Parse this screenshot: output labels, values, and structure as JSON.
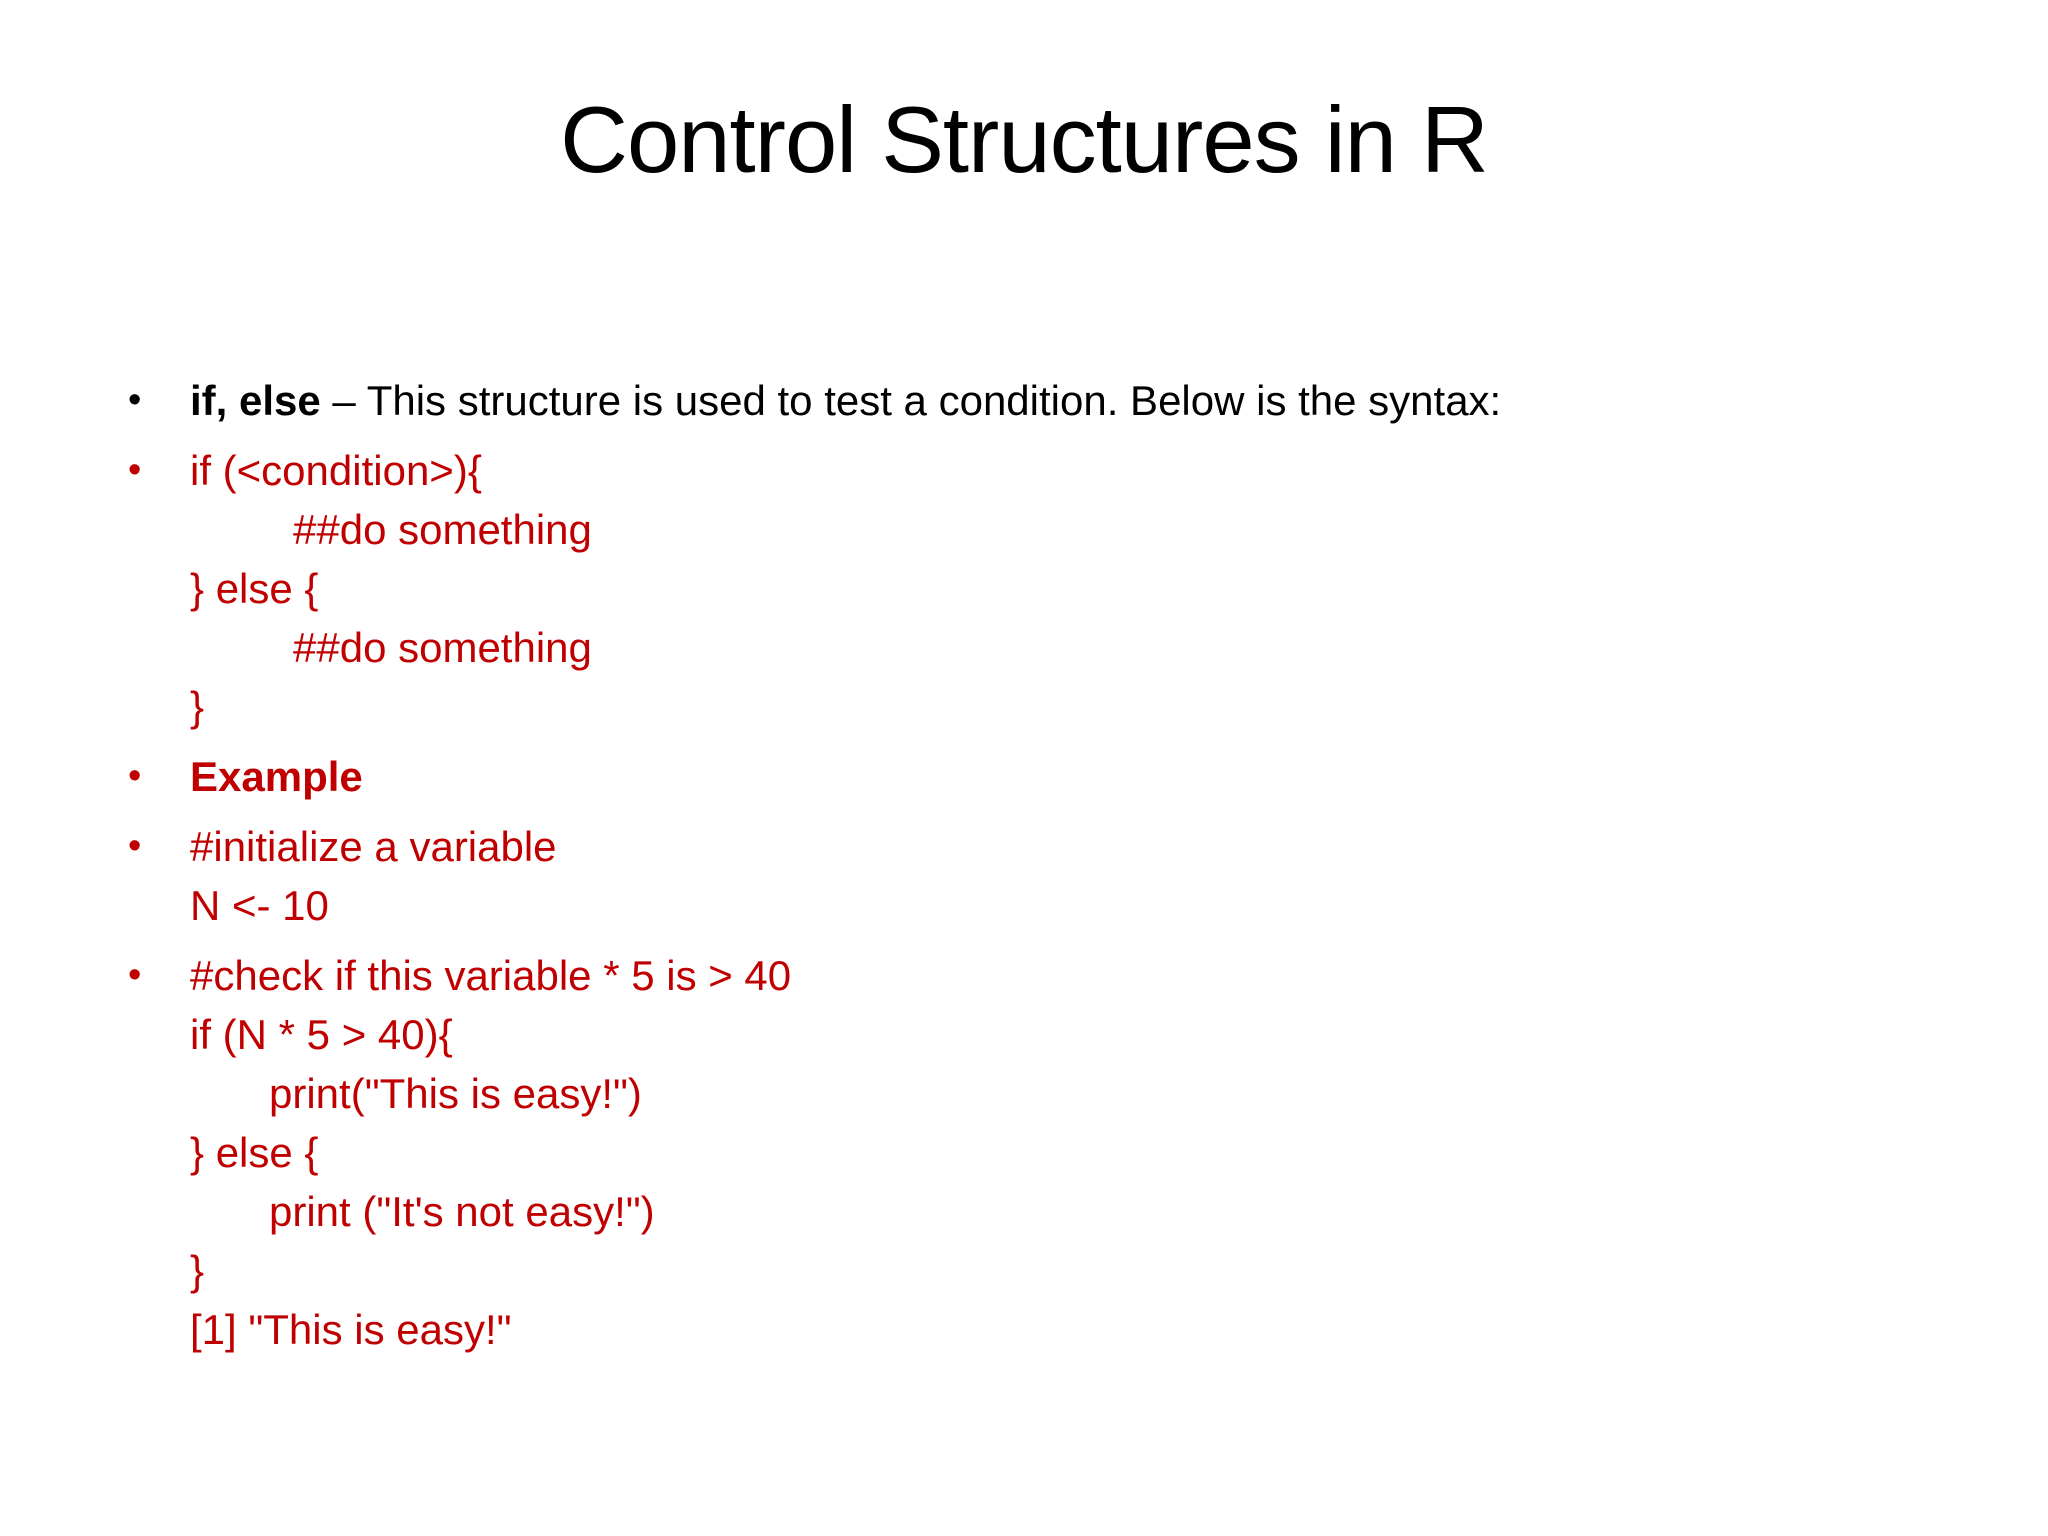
{
  "slide": {
    "title": "Control Structures in R",
    "background_color": "#ffffff",
    "text_color": "#000000",
    "code_color": "#c00000",
    "bullet_glyph": "•"
  },
  "bullets": {
    "intro": {
      "keyword": "if, else",
      "rest": " – This structure is used to test a condition. Below is the syntax:"
    },
    "syntax": {
      "lines": [
        "if (<condition>){",
        "##do something",
        "} else {",
        "##do something",
        "}"
      ]
    },
    "example": {
      "label": "Example"
    },
    "init": {
      "lines": [
        "#initialize a variable",
        "N <- 10"
      ]
    },
    "check": {
      "lines": [
        "#check if this variable * 5 is > 40",
        "if (N * 5 > 40){",
        "print(\"This is easy!\")",
        "} else {",
        "print (\"It's not easy!\")",
        "}",
        "[1] \"This is easy!\""
      ]
    }
  }
}
